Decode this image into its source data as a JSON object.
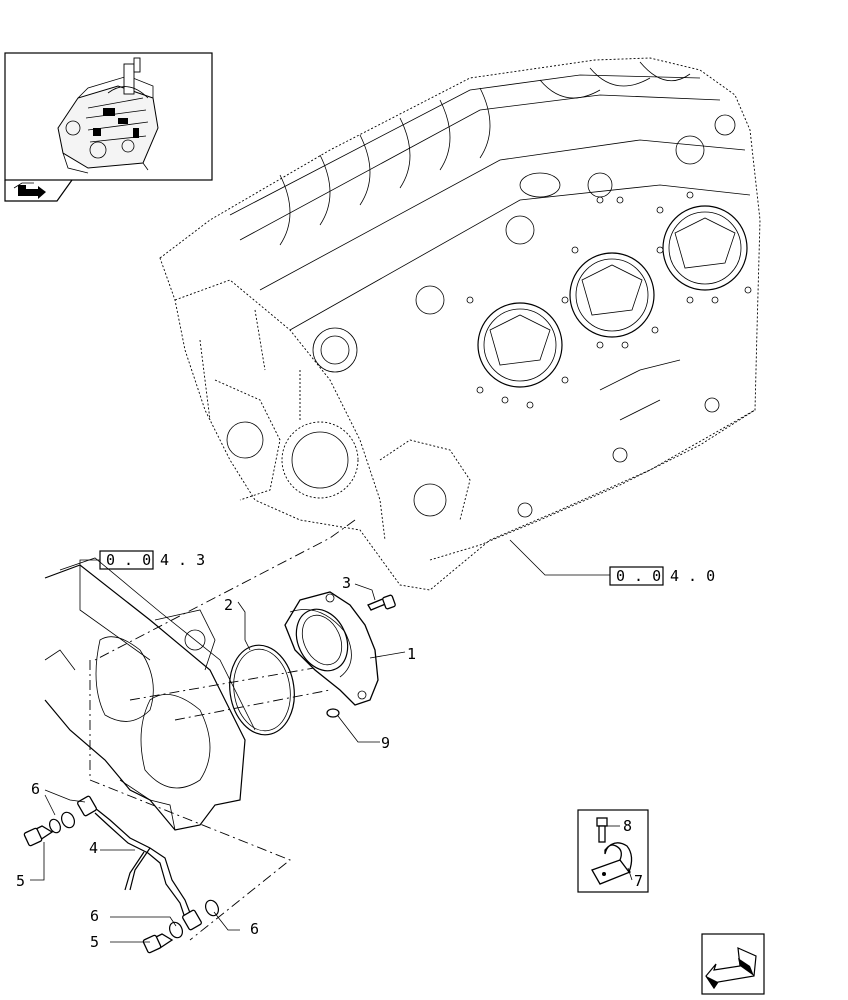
{
  "callouts": {
    "c1": "1",
    "c2": "2",
    "c3": "3",
    "c4": "4",
    "c5a": "5",
    "c5b": "5",
    "c6a": "6",
    "c6b": "6",
    "c6c": "6",
    "c7": "7",
    "c8": "8",
    "c9": "9"
  },
  "refs": {
    "top_left": {
      "boxed": "0 . 0",
      "rest": "4 . 3"
    },
    "right": {
      "boxed": "0 . 0",
      "rest": "4 . 0"
    }
  },
  "icons": {
    "thumbnail": "engine-thumbnail-icon",
    "nav_back": "nav-arrow-icon",
    "nav_next": "next-page-arrow-icon"
  }
}
